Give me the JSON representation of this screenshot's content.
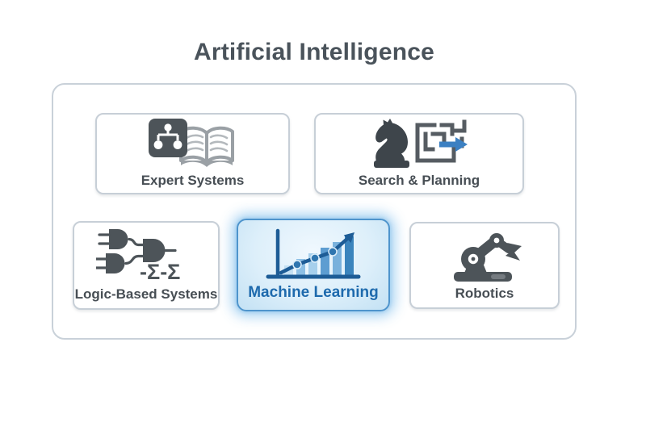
{
  "title": "Artificial Intelligence",
  "diagram": {
    "cards": [
      {
        "label": "Expert Systems",
        "icon": "org-chart-book-icon",
        "highlighted": false
      },
      {
        "label": "Search & Planning",
        "icon": "knight-maze-arrow-icon",
        "highlighted": false
      },
      {
        "label": "Logic-Based Systems",
        "icon": "logic-gates-sigma-icon",
        "highlighted": false,
        "sigma_text": "-Σ-Σ"
      },
      {
        "label": "Machine Learning",
        "icon": "bar-chart-trend-icon",
        "highlighted": true
      },
      {
        "label": "Robotics",
        "icon": "robot-arm-icon",
        "highlighted": false
      }
    ]
  },
  "colors": {
    "title_text": "#4a535b",
    "card_border": "#c7cfd7",
    "card_label": "#474e54",
    "icon_dark": "#4a5156",
    "icon_gray": "#9aa0a5",
    "accent_blue": "#3c80c2",
    "ml_border": "#4e94cc",
    "ml_label": "#1e6aad",
    "ml_glow": "#9ecdef",
    "chart_navy": "#1d5c96"
  }
}
